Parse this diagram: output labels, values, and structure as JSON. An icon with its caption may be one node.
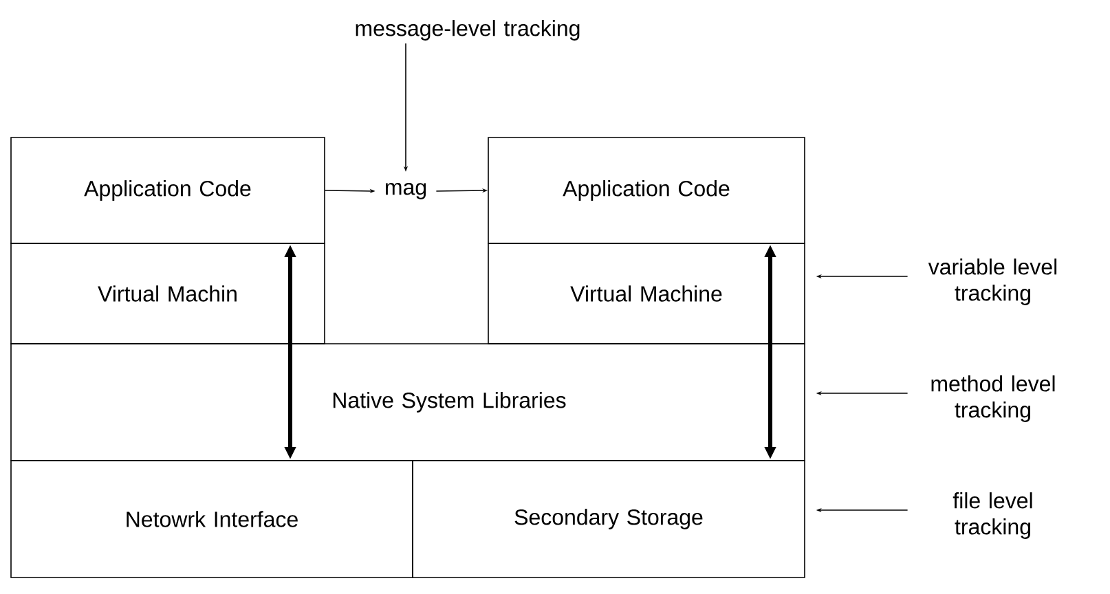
{
  "diagram": {
    "nodes": [
      {
        "text": [
          "message-level tracking"
        ]
      },
      {
        "text": [
          "Application Code"
        ]
      },
      {
        "text": [
          "mag"
        ]
      },
      {
        "text": [
          "Application Code"
        ]
      },
      {
        "text": [
          "Virtual Machin"
        ]
      },
      {
        "text": [
          "Virtual Machine"
        ]
      },
      {
        "text": [
          "variable level tracking"
        ]
      },
      {
        "text": [
          "Native System Libraries"
        ]
      },
      {
        "text": [
          "method level tracking"
        ]
      },
      {
        "text": [
          "Netowrk Interface"
        ]
      },
      {
        "text": [
          "Secondary Storage"
        ]
      },
      {
        "text": [
          "file level tracking"
        ]
      }
    ],
    "edges": [
      {
        "from": 0,
        "to": 2,
        "arrow": "to"
      },
      {
        "from": 1,
        "to": 2,
        "arrow": "to"
      },
      {
        "from": 2,
        "to": 3,
        "arrow": "to"
      },
      {
        "from": 4,
        "to": 7,
        "arrow": "both",
        "style": "thick"
      },
      {
        "from": 5,
        "to": 7,
        "arrow": "both",
        "style": "thick"
      },
      {
        "from": 6,
        "to": 5,
        "arrow": "to"
      },
      {
        "from": 8,
        "to": 7,
        "arrow": "to"
      },
      {
        "from": 11,
        "to": 10,
        "arrow": "to"
      }
    ]
  }
}
